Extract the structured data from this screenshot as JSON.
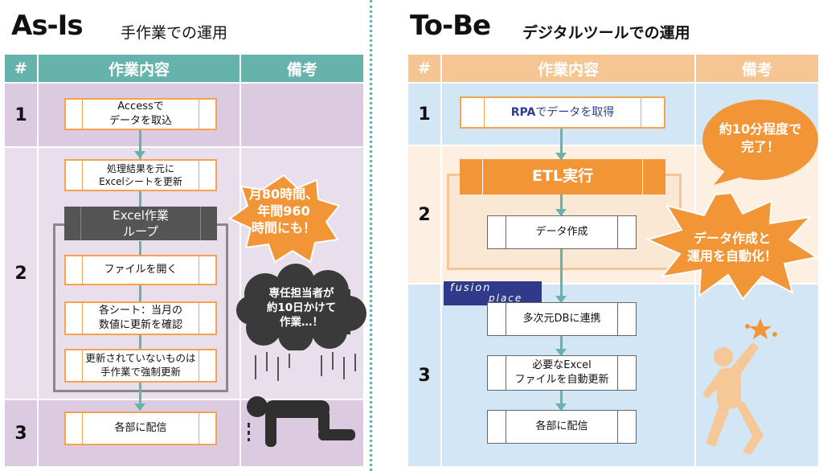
{
  "left": {
    "title": "As-Is",
    "subtitle": "手作業での運用",
    "headers": [
      "#",
      "作業内容",
      "備考"
    ],
    "rows": [
      "1",
      "2",
      "3"
    ],
    "steps": {
      "s1": [
        "Accessで",
        "データを取込"
      ],
      "s2": [
        "処理結果を元に",
        "Excelシートを更新"
      ],
      "loop": [
        "Excel作業",
        "ループ"
      ],
      "s3": "ファイルを開く",
      "s4": [
        "各シート：当月の",
        "数値に更新を確認"
      ],
      "s5": [
        "更新されていないものは",
        "手作業で強制更新"
      ],
      "s6": "各部に配信"
    },
    "burst": [
      "月80時間、",
      "年間960",
      "時間にも！"
    ],
    "cloud": [
      "専任担当者が",
      "約10日かけて",
      "作業…！"
    ]
  },
  "right": {
    "title": "To-Be",
    "subtitle": "デジタルツールでの運用",
    "headers": [
      "#",
      "作業内容",
      "備考"
    ],
    "rows": [
      "1",
      "2",
      "3"
    ],
    "steps": {
      "s1_bold": "RPA",
      "s1_rest": "でデータを取得",
      "etl": "ETL実行",
      "s2": "データ作成",
      "logo": [
        "fusion",
        "place"
      ],
      "s3": "多次元DBに連携",
      "s4": [
        "必要なExcel",
        "ファイルを自動更新"
      ],
      "s5": "各部に配信"
    },
    "bubble": [
      "約10分程度で",
      "完了！"
    ],
    "burst": [
      "データ作成と",
      "運用を自動化！"
    ]
  },
  "colors": {
    "teal": "#66b3ab",
    "purple_bg": "#dccbe0",
    "purple_bg2": "#e9dfec",
    "orange_header": "#f6c594",
    "blue_bg": "#d3e6f6",
    "orange": "#f29536",
    "dark_cloud": "#3a3a3a"
  }
}
